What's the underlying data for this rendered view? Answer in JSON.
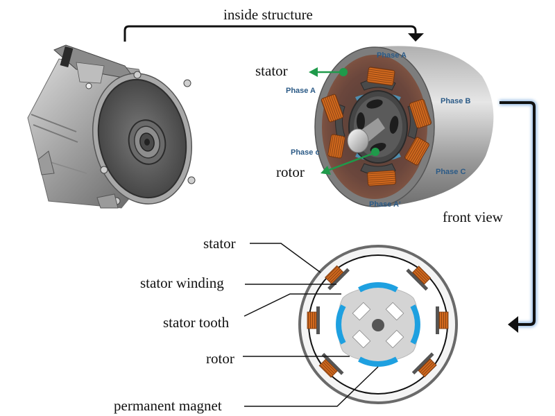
{
  "top_arrow": {
    "label": "inside structure"
  },
  "side_arrow": {
    "label": "front view"
  },
  "photo": {
    "name": "motor housing photo"
  },
  "cutaway": {
    "callouts": {
      "stator": "stator",
      "rotor": "rotor"
    },
    "phases": [
      "Phase A",
      "Phase A",
      "Phase B",
      "Phase c",
      "Phase C",
      "Phase A'"
    ],
    "callout_color": "#1f9a4a",
    "phase_color": "#2b5a86"
  },
  "front_view": {
    "labels": [
      "stator",
      "stator winding",
      "stator tooth",
      "rotor",
      "permanent magnet"
    ],
    "colors": {
      "winding": "#d2691e",
      "magnet": "#1ea0e0",
      "rotor": "#d4d4d4",
      "stator": "#e8e8e8",
      "tooth": "#555555"
    }
  }
}
